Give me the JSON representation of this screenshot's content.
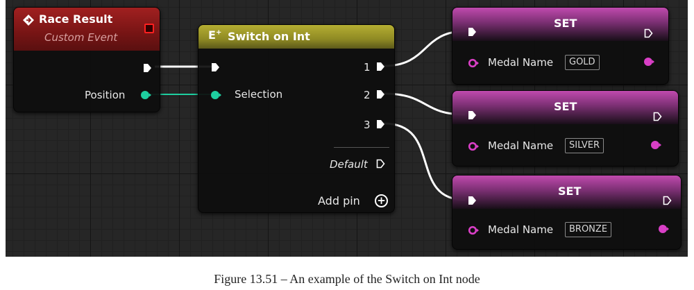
{
  "event_node": {
    "title": "Race Result",
    "subtitle": "Custom Event",
    "pin_label": "Position",
    "header_color": "#8b1a1a",
    "pin_color": "#1ecfa0"
  },
  "switch_node": {
    "title": "Switch on Int",
    "input_label": "Selection",
    "outputs": [
      "1",
      "2",
      "3"
    ],
    "default_label": "Default",
    "add_pin_label": "Add pin",
    "header_color": "#9c9728"
  },
  "set_nodes": [
    {
      "title": "SET",
      "var_label": "Medal Name",
      "value": "GOLD"
    },
    {
      "title": "SET",
      "var_label": "Medal Name",
      "value": "SILVER"
    },
    {
      "title": "SET",
      "var_label": "Medal Name",
      "value": "BRONZE"
    }
  ],
  "set_header_color": "#b83aa7",
  "variable_pin_color": "#d93fc6",
  "caption": "Figure 13.51 – An example of the Switch on Int node"
}
